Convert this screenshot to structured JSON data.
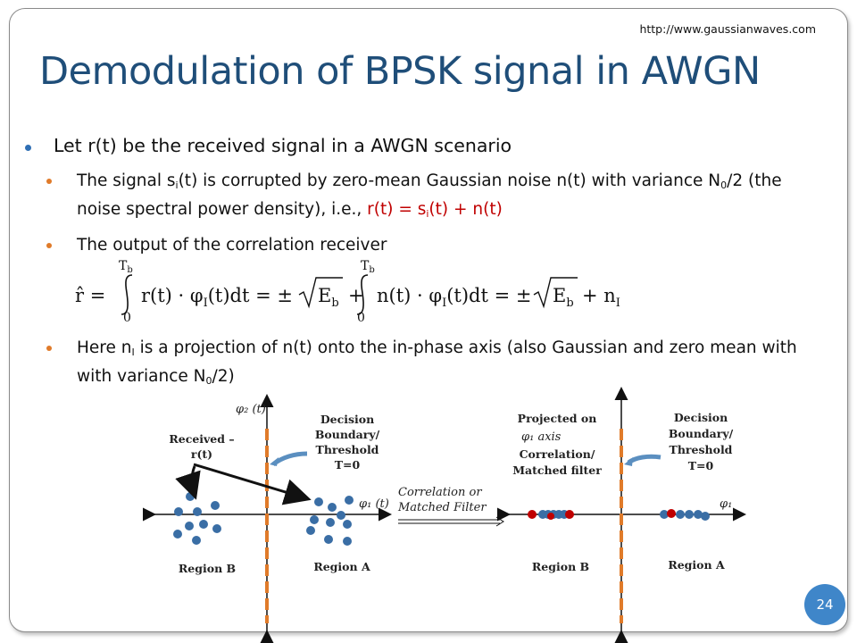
{
  "url": "http://www.gaussianwaves.com",
  "title": "Demodulation of BPSK signal in AWGN",
  "bullet1": "Let r(t) be the received signal in a AWGN scenario",
  "bullet2": {
    "pre": "The signal s",
    "sub_i": "i",
    "mid": "(t) is corrupted by zero-mean Gaussian noise n(t) with variance N",
    "sub_0": "0",
    "post": "/2 (the noise spectral power density), i.e., ",
    "red_pre": "r(t) = s",
    "red_sub": "i",
    "red_post": "(t) + n(t)"
  },
  "bullet3": "The output of the correlation receiver",
  "equation": {
    "lhs": "r̂ =",
    "upper_limit": "T",
    "upper_limit_sub": "b",
    "lower_limit": "0",
    "integrand1": "r(t) · φ",
    "integrand_sub": "I",
    "integrand1_end": "(t)dt = ±",
    "sqrt_arg": "E",
    "sqrt_sub": "b",
    "plus": "+",
    "integrand2": "n(t) · φ",
    "integrand2_end": "(t)dt = ±",
    "tail": "+ n",
    "tail_sub": "I"
  },
  "bullet4": {
    "pre": "Here n",
    "sub_I": "I",
    "mid": " is a projection of n(t) onto the in-phase axis (also Gaussian and zero mean with with variance N",
    "sub_0": "0",
    "post": "/2)"
  },
  "diagram": {
    "phi2_label": "φ₂ (t)",
    "phi1_label": "φ₁ (t)",
    "received_label_1": "Received –",
    "received_label_2": "r(t)",
    "decision_left_1": "Decision",
    "decision_left_2": "Boundary/",
    "decision_left_3": "Threshold",
    "decision_left_4": "T=0",
    "region_b_left": "Region B",
    "region_a_left": "Region A",
    "arrow_text_1": "Correlation or",
    "arrow_text_2": "Matched Filter",
    "projected_1": "Projected on",
    "projected_2": "φ₁  axis",
    "projected_3": "Correlation/",
    "projected_4": "Matched filter",
    "decision_right_1": "Decision",
    "decision_right_2": "Boundary/",
    "decision_right_3": "Threshold",
    "decision_right_4": "T=0",
    "phi1_right": "φ₁",
    "region_b_right": "Region B",
    "region_a_right": "Region A"
  },
  "colors": {
    "title": "#1f4e79",
    "dots": "#3a6ea5",
    "red_dots": "#c00000",
    "threshold": "#e07b2a",
    "badge": "#3f86c9"
  },
  "page_number": "24"
}
